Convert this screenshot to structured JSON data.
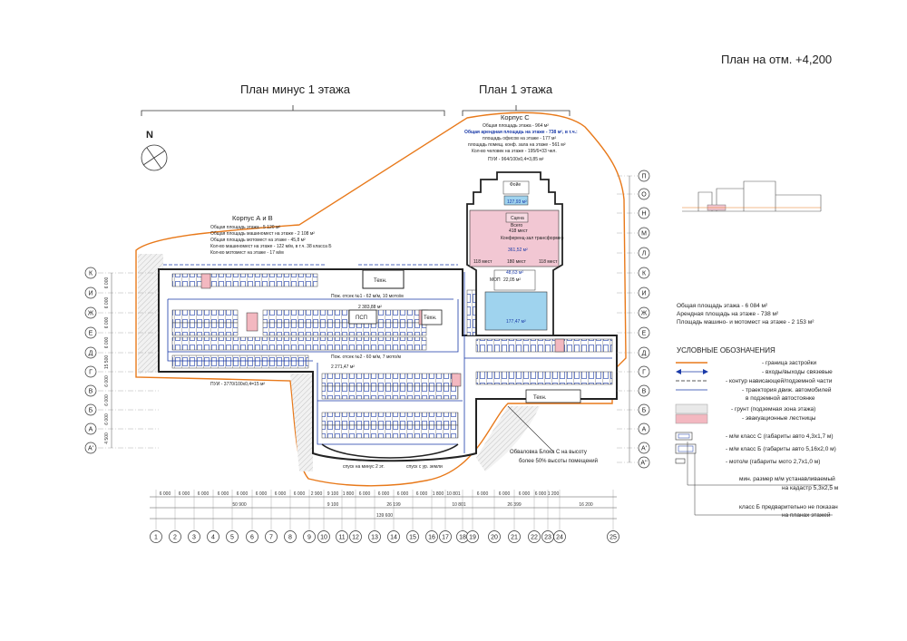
{
  "sheet": {
    "title": "План на отм.  +4,200",
    "plan_left_title": "План минус 1 этажа",
    "plan_right_title": "План  1 этажа",
    "north": "N"
  },
  "building_c": {
    "name": "Корпус С",
    "lines": [
      "Общая площадь этажа - 964 м²",
      "Общая арендная площадь на этаже - 738 м², в т.ч.:",
      "площадь офисов на этаже - 177 м²",
      "площадь помещ. конф. зала на этаже - 561 м²",
      "Кол-во человек на этаже - 195/6=33 чел."
    ],
    "pui": "ПУИ - 964/100х0,4=3,85 м²"
  },
  "building_ab": {
    "name": "Корпус А и В",
    "lines": [
      "Общая площадь этажа - 5 120 м²",
      "Общая площадь машиномест на этаже - 2 108 м²",
      "Общая площадь мотомест на этаже - 45,8 м²",
      "Кол-во машиномест на этаже - 122 м/м, в т.ч. 38 класса Б",
      "Кол-во мотомест на этаже - 17 м/м"
    ],
    "pui": "ПУИ - 3770/100х0,4=15 м²"
  },
  "rooms": {
    "foyer": "Фойе",
    "stage": "Сцена",
    "hall_total": "Всего",
    "hall_seats": "418 мест",
    "hall_label": "Конференц-зал трансформер",
    "hall_area": "361,52 м²",
    "seats_left": "118 мест",
    "seats_mid": "180 мест",
    "seats_right": "118 мест",
    "area_small": "48,63 м²",
    "area_mop": "22,05 м²",
    "mop": "МОП",
    "office_area": "177,47 м²",
    "top_area": "127,93 м²",
    "tech1": "Техн.",
    "tech2": "Техн.",
    "tech3": "Техн.",
    "fire1": "Пож. отсек №1 - 62 м/м, 10 мото/м",
    "fire1_area": "2 383,88 м²",
    "fire2": "Пож. отсек №2 - 60 м/м, 7 мото/м",
    "fire2_area": "2 271,47 м²",
    "psp": "ПСП",
    "ramp_down": "спуск на минус 2 эт.",
    "ramp_ground": "спуск с ур. земли",
    "facing_note_1": "Обваловка Блока С на высоту",
    "facing_note_2": "более 50% высоты помещений"
  },
  "summary": [
    "Общая площадь этажа - 6 084 м²",
    "Арендная площадь на этаже - 738 м²",
    "Площадь машино- и мотомест на этаже - 2 153 м²"
  ],
  "legend": {
    "title": "УСЛОВНЫЕ ОБОЗНАЧЕНИЯ",
    "items": [
      "- граница застройки",
      "- входы/выходы связевые",
      "- контур нависающей/подземной части",
      "- траектория движ. автомобилей",
      "в подземной автостоянке",
      "- грунт (подземная зона этажа)",
      "- эвакуационные лестницы",
      "- м/м класс С (габариты авто 4,3х1,7 м)",
      "- м/м класс Б (габариты авто 5,16х2,0 м)",
      "- мото/м (габариты мото 2,7х1,0 м)",
      "мин. размер м/м устанавливаемый",
      "на кадастр 5,3х2,5 м",
      "класс Б предварительно не показан",
      "на планах этажей"
    ],
    "colors": {
      "boundary": "#e8791a",
      "entrance": "#1a3aa8",
      "trajectory": "#1a3aa8",
      "ground": "#e9e9e9",
      "evac": "#f3b8c0",
      "hall_fill": "#f2c7d3",
      "office_fill": "#9fd3ee"
    }
  },
  "grid": {
    "rows_left": [
      "К",
      "И",
      "Ж",
      "Е",
      "Д",
      "Г",
      "В",
      "Б",
      "А",
      "А'"
    ],
    "rows_right": [
      "П",
      "О",
      "Н",
      "М",
      "Л",
      "К",
      "И",
      "Ж",
      "Е",
      "Д",
      "Г",
      "В",
      "Б",
      "А",
      "А'",
      "А''"
    ],
    "cols": [
      "1",
      "2",
      "3",
      "4",
      "5",
      "6",
      "7",
      "8",
      "9",
      "10",
      "11",
      "12",
      "13",
      "14",
      "15",
      "16",
      "17",
      "18",
      "19",
      "20",
      "21",
      "22",
      "23",
      "24",
      "25"
    ],
    "dims_top": [
      "6 000",
      "6 000",
      "6 000",
      "6 000",
      "6 000",
      "6 000",
      "6 000",
      "6 000",
      "2 900",
      "9 100",
      "1 800",
      "6 000",
      "6 000",
      "6 000",
      "6 000",
      "1 800",
      "10 801",
      "6 000",
      "6 000",
      "6 000",
      "6 000",
      "1 200"
    ],
    "dims_mid": [
      "50 900",
      "9 100",
      "26 199",
      "10 801",
      "26 399",
      "16 200"
    ],
    "dims_total": "139 600",
    "row_dims": [
      "6 000",
      "6 000",
      "6 000",
      "6 000",
      "15 500",
      "6 000",
      "6 000",
      "6 000",
      "4 500"
    ]
  }
}
